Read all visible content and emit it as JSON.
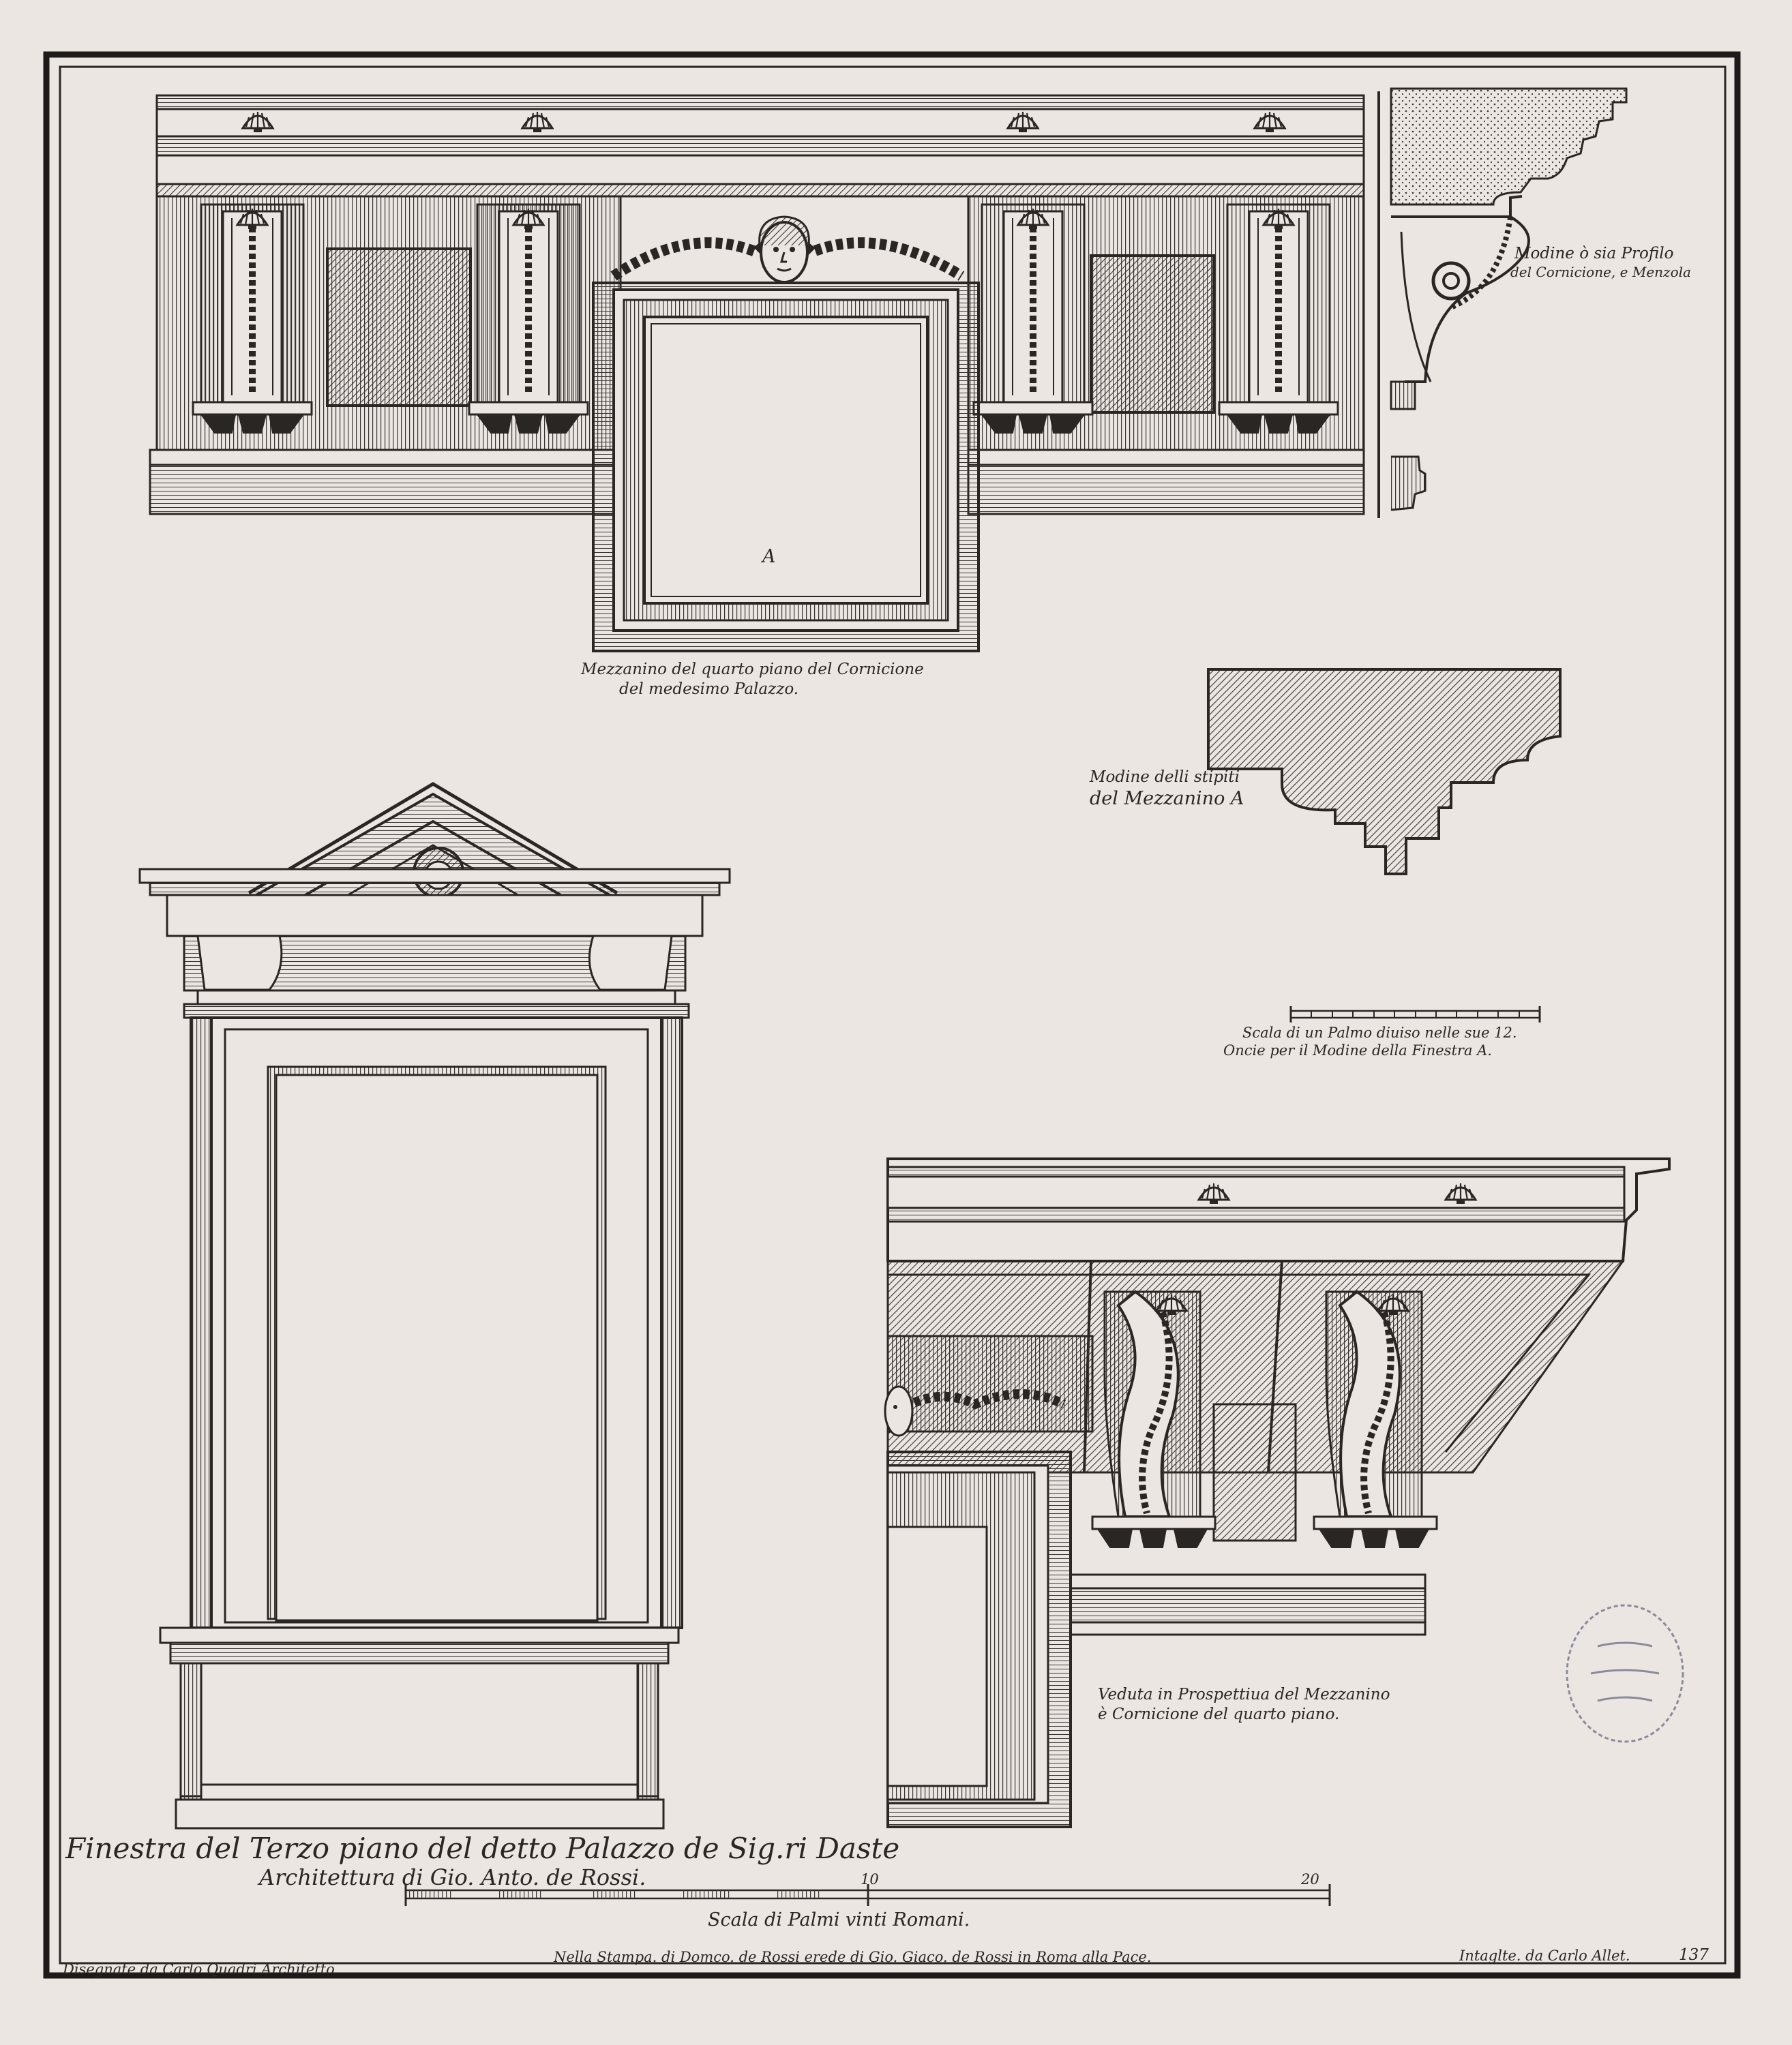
{
  "colors": {
    "paper": "#ece6e3",
    "ink": "#2a2624",
    "hatch": "#3a3532",
    "stamp": "#8a8a9a"
  },
  "labels": {
    "letter_a": "A",
    "mezzanino_line1": "Mezzanino del quarto piano del Cornicione",
    "mezzanino_line2": "del medesimo Palazzo.",
    "profilo_line1": "Modine ò sia Profilo",
    "profilo_line2": "del Cornicione, e Menzola",
    "stipiti_line1": "Modine delli stipiti",
    "stipiti_line2": "del Mezzanino A",
    "scala_palmo_line1": "Scala di un Palmo diuiso nelle sue 12.",
    "scala_palmo_line2": "Oncie per il Modine della Finestra  A.",
    "veduta_line1": "Veduta in Prospettiua del Mezzanino",
    "veduta_line2": "è Cornicione del quarto piano.",
    "finestra_title": "Finestra del Terzo piano del detto Palazzo de Sig.ri Daste",
    "architettura": "Architettura di Gio. Anto. de Rossi.",
    "scale_10": "10",
    "scale_20": "20",
    "scala_palmi": "Scala di Palmi vinti Romani.",
    "disegnate": "Disegnate da Carlo Quadri Architetto",
    "stampa": "Nella Stampa. di Domco. de Rossi erede di Gio. Giaco. de Rossi in Roma alla Pace.",
    "intaglio": "Intaglte. da Carlo Allet.",
    "plate_number": "137"
  },
  "icons": [
    "shell-ornament-icon",
    "mask-ornament-icon",
    "lion-head-icon",
    "collector-stamp-icon"
  ]
}
